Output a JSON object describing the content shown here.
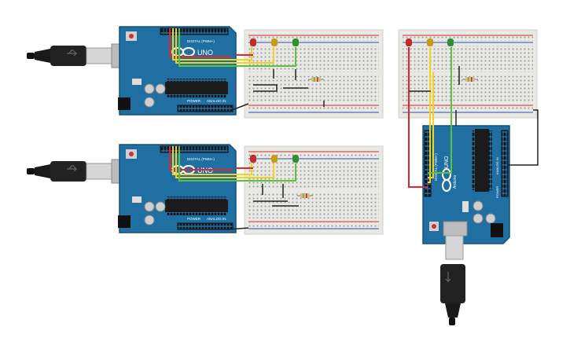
{
  "circuits": [
    {
      "id": "c1",
      "board_text": {
        "digital": "DIGITAL (PWM~)",
        "uno": "UNO",
        "power": "POWER",
        "analog": "ANALOG IN"
      }
    },
    {
      "id": "c2",
      "board_text": {
        "digital": "DIGITAL (PWM~)",
        "uno": "UNO",
        "power": "POWER",
        "analog": "ANALOG IN"
      }
    },
    {
      "id": "c3",
      "board_text": {
        "digital": "DIGITAL (PWM~)",
        "uno": "UNO",
        "power": "POWER",
        "analog": "ANALOG IN",
        "brand": "Arduino"
      }
    }
  ],
  "colors": {
    "board": "#1f6fa3",
    "board_dark": "#14507a",
    "breadboard": "#e8e8e4",
    "breadboard_edge": "#cfcfca",
    "rail_red": "#d9262b",
    "rail_blue": "#2c4ea8",
    "wire_red": "#e0262b",
    "wire_yellow": "#f2d21c",
    "wire_green": "#5cc23a",
    "wire_black": "#222222",
    "led_red": "#c42a2a",
    "led_yellow": "#c99a12",
    "led_green": "#2e8f32",
    "usb_cable": "#222222",
    "usb_metal": "#c9c9c9"
  },
  "icons": [
    "usb-cable-icon",
    "led-icon",
    "resistor-icon",
    "arduino-logo-icon"
  ]
}
